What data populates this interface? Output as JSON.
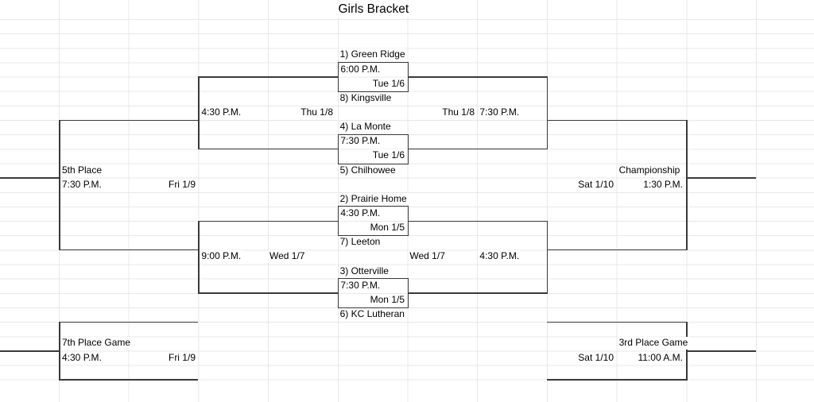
{
  "title": "Girls Bracket",
  "games": [
    {
      "seed_top": "1) Green Ridge",
      "time": "6:00 P.M.",
      "date": "Tue 1/6",
      "seed_bottom": "8) Kingsville"
    },
    {
      "seed_top": "4) La Monte",
      "time": "7:30 P.M.",
      "date": "Tue 1/6",
      "seed_bottom": "5) Chilhowee"
    },
    {
      "seed_top": "2) Prairie Home",
      "time": "4:30 P.M.",
      "date": "Mon 1/5",
      "seed_bottom": "7) Leeton"
    },
    {
      "seed_top": "3) Otterville",
      "time": "7:30 P.M.",
      "date": "Mon 1/5",
      "seed_bottom": "6) KC Lutheran"
    }
  ],
  "consolation_semis": {
    "upper": {
      "time": "4:30 P.M.",
      "date": "Thu 1/8"
    },
    "lower": {
      "time": "9:00 P.M.",
      "date": "Wed 1/7"
    }
  },
  "championship_semis": {
    "upper": {
      "date": "Thu 1/8",
      "time": "7:30 P.M."
    },
    "lower": {
      "date": "Wed 1/7",
      "time": "4:30 P.M."
    }
  },
  "finals": {
    "fifth": {
      "label": "5th Place",
      "time": "7:30 P.M.",
      "date": "Fri 1/9"
    },
    "championship": {
      "label": "Championship",
      "date": "Sat 1/10",
      "time": "1:30 P.M."
    },
    "seventh": {
      "label": "7th Place Game",
      "time": "4:30 P.M.",
      "date": "Fri 1/9"
    },
    "third": {
      "label": "3rd Place Game",
      "date": "Sat 1/10",
      "time": "11:00 A.M."
    }
  },
  "colors": {
    "gridline": "#e7e8e8",
    "bracket_line": "#3a3a3a",
    "text": "#000000",
    "background": "#ffffff"
  }
}
